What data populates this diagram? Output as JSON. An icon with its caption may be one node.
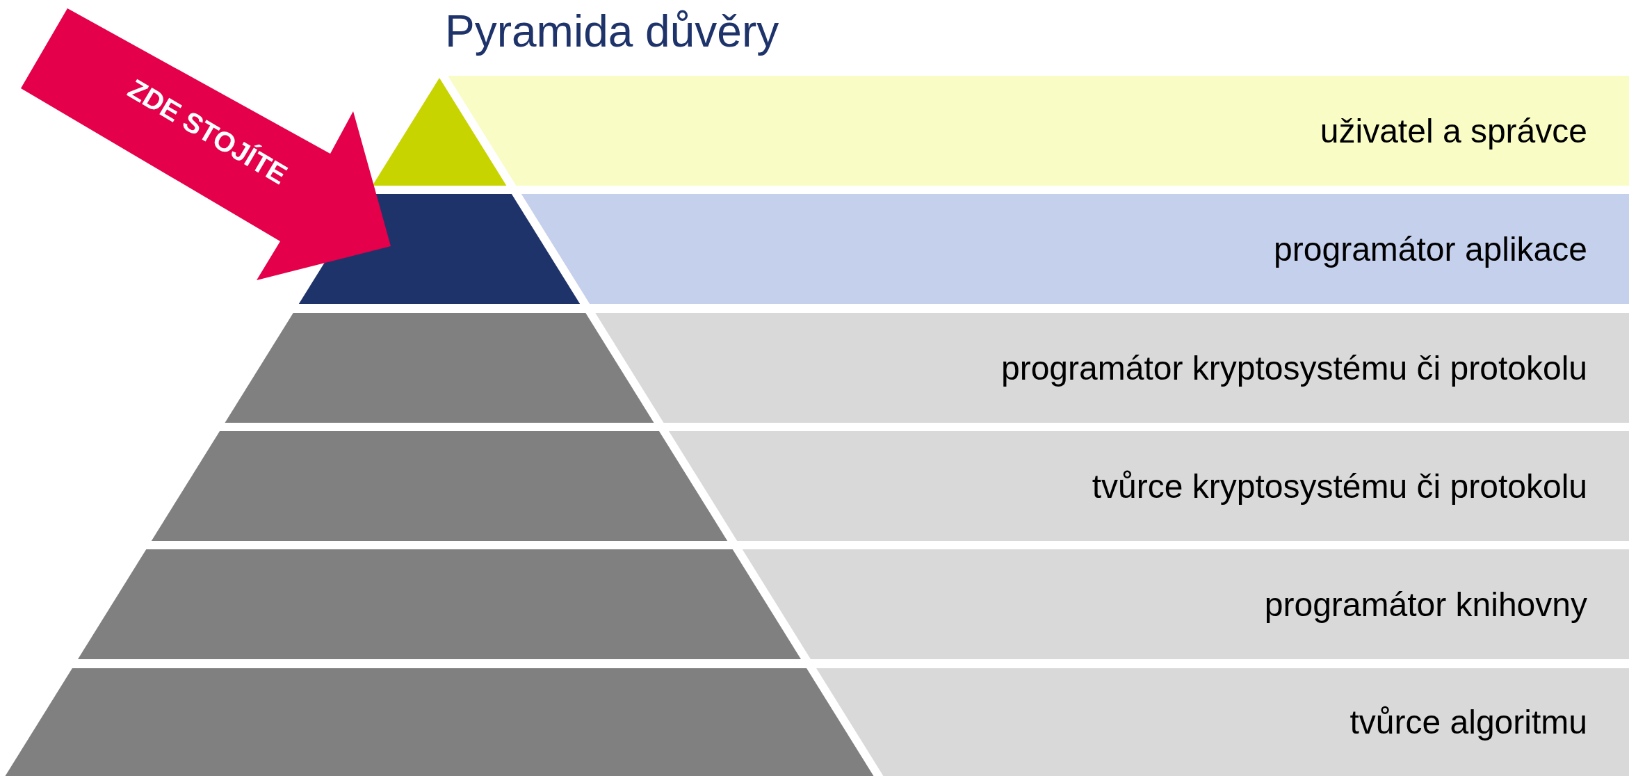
{
  "diagram": {
    "title": "Pyramida důvěry",
    "nodes": [
      {
        "text": [
          "uživatel a správce"
        ]
      },
      {
        "text": [
          "programátor aplikace"
        ]
      },
      {
        "text": [
          "programátor kryptosystému či protokolu"
        ]
      },
      {
        "text": [
          "tvůrce kryptosystému či protokolu"
        ]
      },
      {
        "text": [
          "programátor knihovny"
        ]
      },
      {
        "text": [
          "tvůrce algoritmu"
        ]
      },
      {
        "text": [
          "ZDE STOJÍTE"
        ]
      }
    ]
  }
}
